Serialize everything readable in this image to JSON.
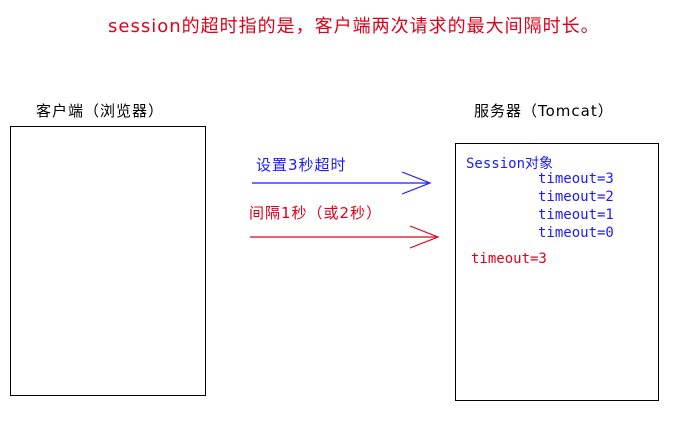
{
  "caption": "session的超时指的是，客户端两次请求的最大间隔时长。",
  "client": {
    "label": "客户端（浏览器）"
  },
  "server": {
    "label": "服务器（Tomcat）",
    "session_title": "Session对象",
    "timeouts": [
      "timeout=3",
      "timeout=2",
      "timeout=1",
      "timeout=0"
    ],
    "reset_value": "timeout=3"
  },
  "arrows": {
    "first_label": "设置3秒超时",
    "second_label": "间隔1秒（或2秒）"
  },
  "colors": {
    "caption": "#e0001a",
    "blue": "#1a1aff",
    "red": "#e0001a"
  }
}
